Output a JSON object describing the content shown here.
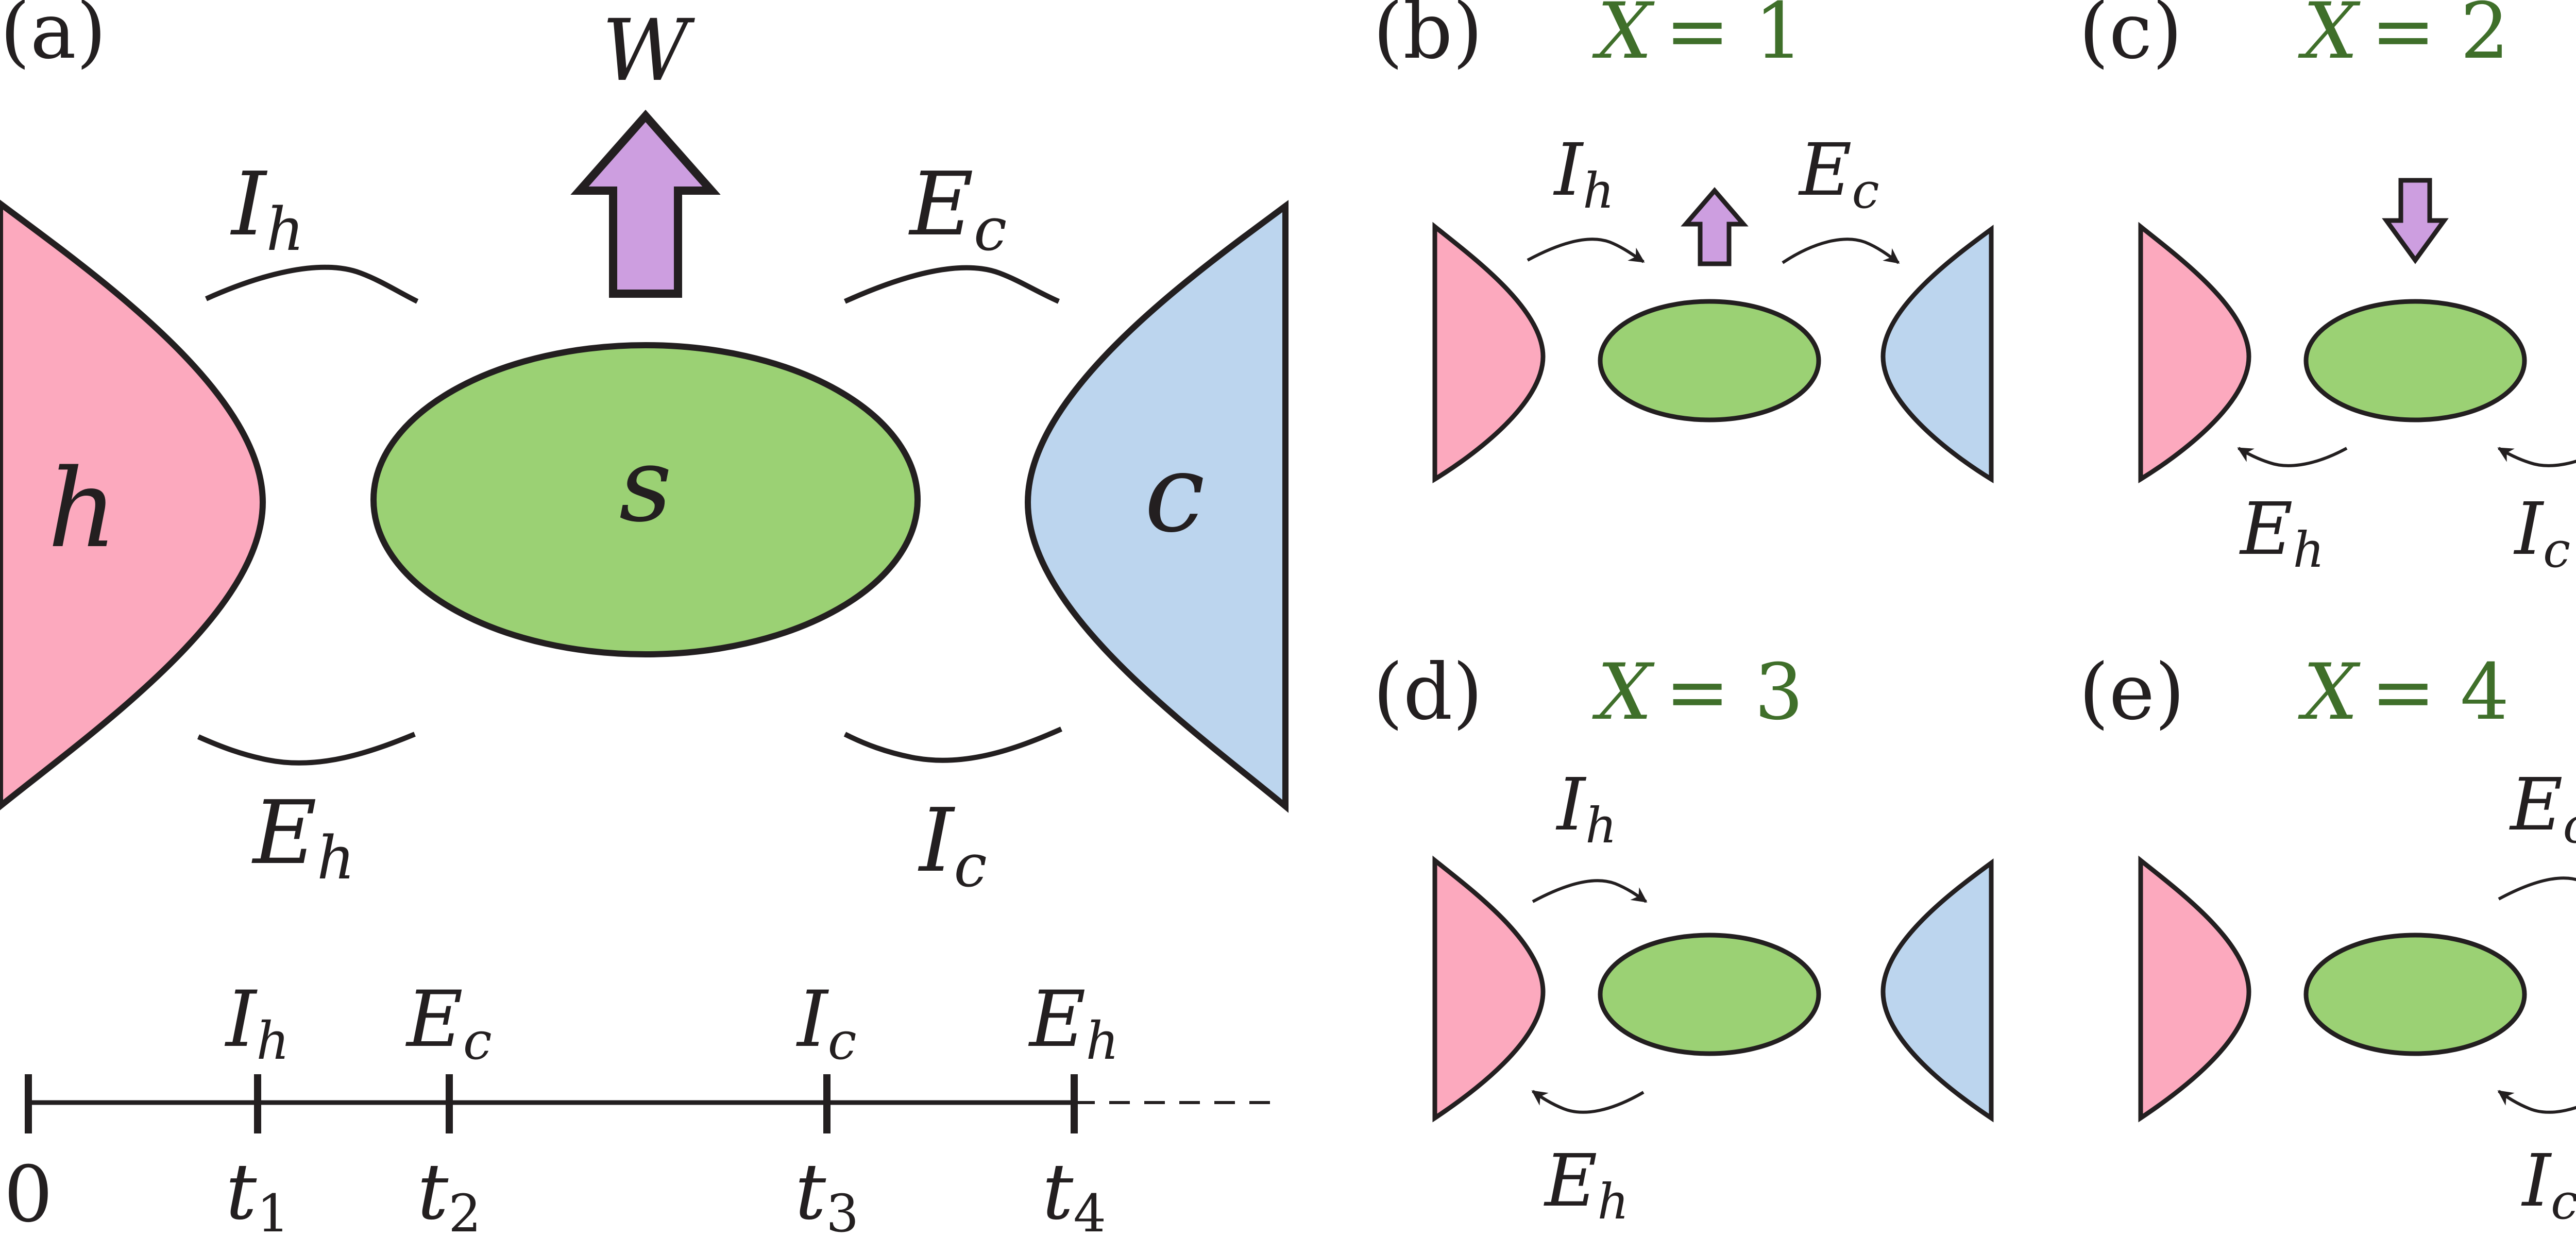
{
  "colors": {
    "hot": "#fca9be",
    "cold": "#bcd5ee",
    "system": "#9bd174",
    "work": "#cd9ee0",
    "outline": "#231f20",
    "x_label": "#3f6f2a"
  },
  "panel_a": {
    "tag": "(a)",
    "work": "W",
    "hot": "h",
    "system": "s",
    "cold": "c",
    "ih": {
      "main": "I",
      "sub": "h"
    },
    "ec": {
      "main": "E",
      "sub": "c"
    },
    "eh": {
      "main": "E",
      "sub": "h"
    },
    "ic": {
      "main": "I",
      "sub": "c"
    }
  },
  "timeline": {
    "events": [
      {
        "main": "I",
        "sub": "h"
      },
      {
        "main": "E",
        "sub": "c"
      },
      {
        "main": "I",
        "sub": "c"
      },
      {
        "main": "E",
        "sub": "h"
      }
    ],
    "origin": "0",
    "ticks": [
      {
        "main": "t",
        "sub": "1"
      },
      {
        "main": "t",
        "sub": "2"
      },
      {
        "main": "t",
        "sub": "3"
      },
      {
        "main": "t",
        "sub": "4"
      }
    ]
  },
  "panels": [
    {
      "tag": "(b)",
      "x_var": "X",
      "x_eq": "= 1",
      "labels": [
        {
          "main": "I",
          "sub": "h"
        },
        {
          "main": "E",
          "sub": "c"
        }
      ],
      "work": "up"
    },
    {
      "tag": "(c)",
      "x_var": "X",
      "x_eq": "= 2",
      "labels": [
        {
          "main": "E",
          "sub": "h"
        },
        {
          "main": "I",
          "sub": "c"
        }
      ],
      "work": "down"
    },
    {
      "tag": "(d)",
      "x_var": "X",
      "x_eq": "= 3",
      "labels": [
        {
          "main": "I",
          "sub": "h"
        },
        {
          "main": "E",
          "sub": "h"
        }
      ],
      "work": "none"
    },
    {
      "tag": "(e)",
      "x_var": "X",
      "x_eq": "= 4",
      "labels": [
        {
          "main": "E",
          "sub": "c"
        },
        {
          "main": "I",
          "sub": "c"
        }
      ],
      "work": "none"
    }
  ]
}
